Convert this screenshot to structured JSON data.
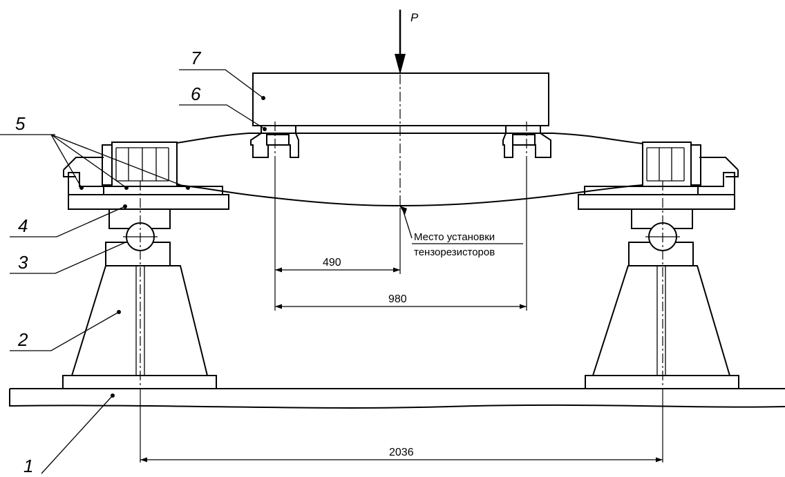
{
  "load": {
    "label": "P"
  },
  "part_labels": [
    "1",
    "2",
    "3",
    "4",
    "5",
    "6",
    "7"
  ],
  "dimensions": {
    "half_span": "490",
    "span": "980",
    "support_span": "2036"
  },
  "note": {
    "line1": "Место установки",
    "line2": "тензорезисторов"
  },
  "colors": {
    "line": "#000000",
    "background": "#ffffff"
  }
}
